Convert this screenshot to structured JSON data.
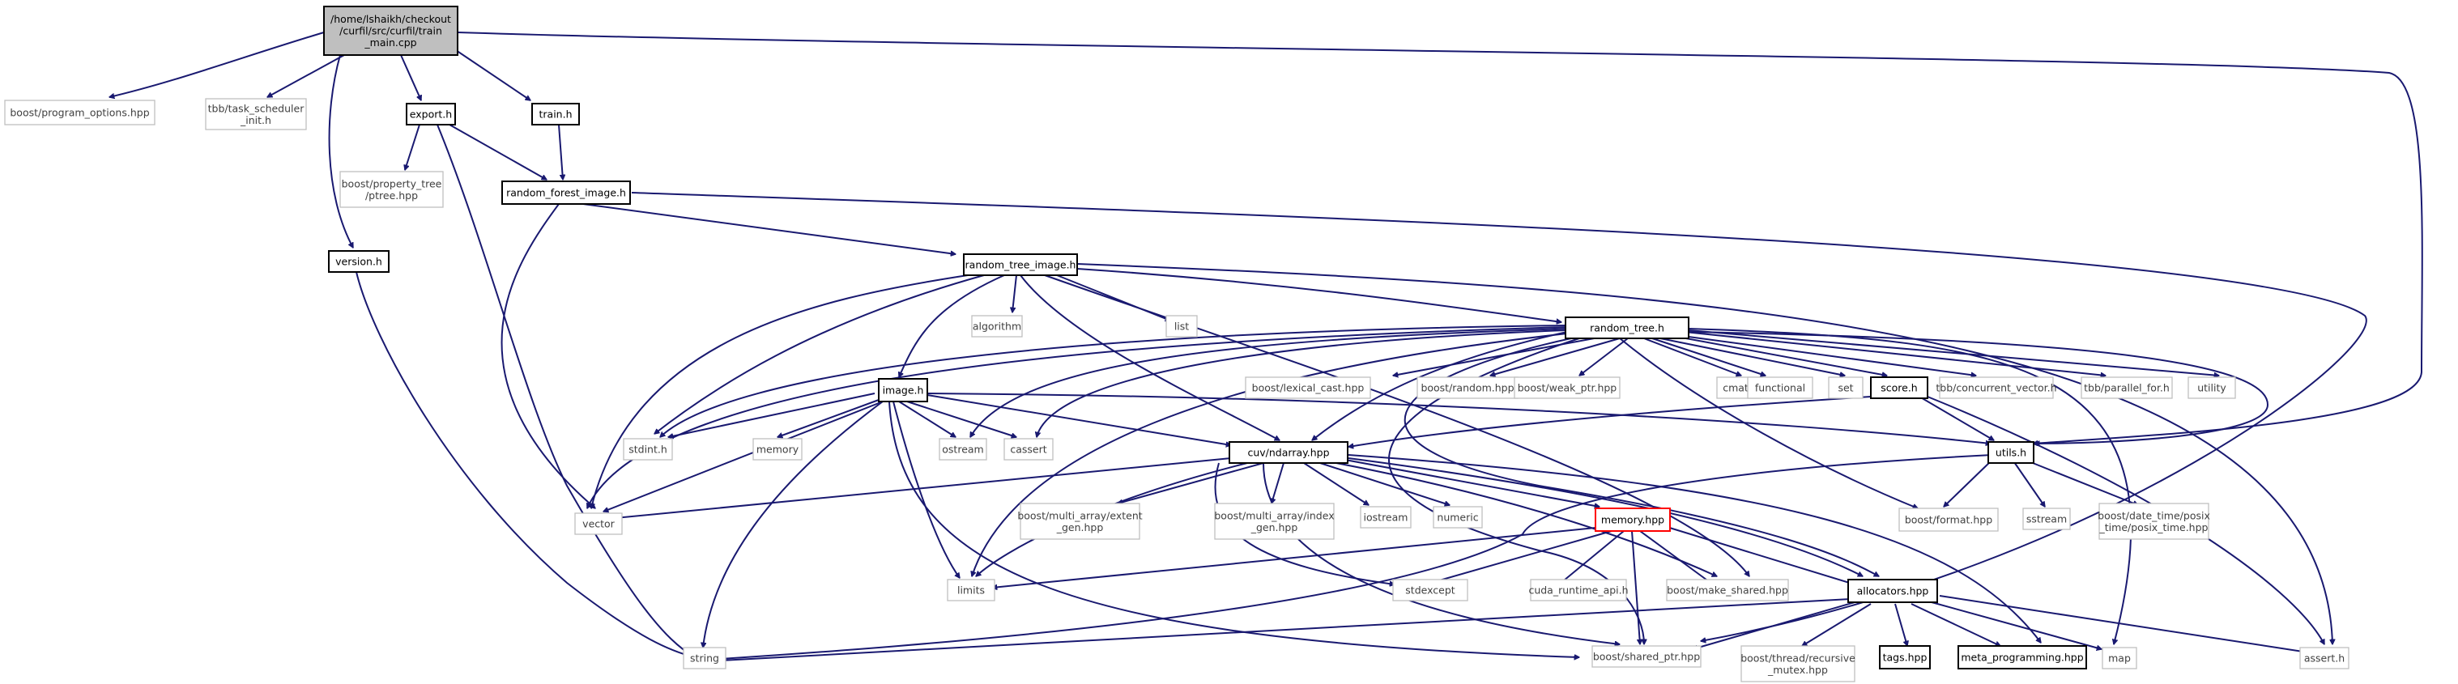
{
  "nodes": {
    "root": [
      "/home/lshaikh/checkout",
      "/curfil/src/curfil/train",
      "_main.cpp"
    ],
    "boost_program_options": [
      "boost/program_options.hpp"
    ],
    "tbb_task_scheduler": [
      "tbb/task_scheduler",
      "_init.h"
    ],
    "export_h": [
      "export.h"
    ],
    "train_h": [
      "train.h"
    ],
    "version_h": [
      "version.h"
    ],
    "boost_property_tree": [
      "boost/property_tree",
      "/ptree.hpp"
    ],
    "random_forest_image": [
      "random_forest_image.h"
    ],
    "random_tree_image": [
      "random_tree_image.h"
    ],
    "algorithm": [
      "algorithm"
    ],
    "list": [
      "list"
    ],
    "random_tree": [
      "random_tree.h"
    ],
    "image_h": [
      "image.h"
    ],
    "lexical_cast": [
      "boost/lexical_cast.hpp"
    ],
    "boost_random": [
      "boost/random.hpp"
    ],
    "weak_ptr": [
      "boost/weak_ptr.hpp"
    ],
    "cmath": [
      "cmath"
    ],
    "functional": [
      "functional"
    ],
    "set": [
      "set"
    ],
    "score_h": [
      "score.h"
    ],
    "concurrent_vector": [
      "tbb/concurrent_vector.h"
    ],
    "parallel_for": [
      "tbb/parallel_for.h"
    ],
    "utility": [
      "utility"
    ],
    "stdint": [
      "stdint.h"
    ],
    "memory": [
      "memory"
    ],
    "ostream": [
      "ostream"
    ],
    "cassert": [
      "cassert"
    ],
    "ndarray": [
      "cuv/ndarray.hpp"
    ],
    "utils_h": [
      "utils.h"
    ],
    "vector": [
      "vector"
    ],
    "extent_gen": [
      "boost/multi_array/extent",
      "_gen.hpp"
    ],
    "index_gen": [
      "boost/multi_array/index",
      "_gen.hpp"
    ],
    "iostream": [
      "iostream"
    ],
    "numeric": [
      "numeric"
    ],
    "memory_hpp": [
      "memory.hpp"
    ],
    "format": [
      "boost/format.hpp"
    ],
    "sstream": [
      "sstream"
    ],
    "posix_time": [
      "boost/date_time/posix",
      "_time/posix_time.hpp"
    ],
    "limits": [
      "limits"
    ],
    "stdexcept": [
      "stdexcept"
    ],
    "cuda_runtime": [
      "cuda_runtime_api.h"
    ],
    "make_shared": [
      "boost/make_shared.hpp"
    ],
    "allocators": [
      "allocators.hpp"
    ],
    "string": [
      "string"
    ],
    "shared_ptr": [
      "boost/shared_ptr.hpp"
    ],
    "recursive_mutex": [
      "boost/thread/recursive",
      "_mutex.hpp"
    ],
    "tags": [
      "tags.hpp"
    ],
    "meta_programming": [
      "meta_programming.hpp"
    ],
    "map": [
      "map"
    ],
    "assert_h": [
      "assert.h"
    ]
  }
}
